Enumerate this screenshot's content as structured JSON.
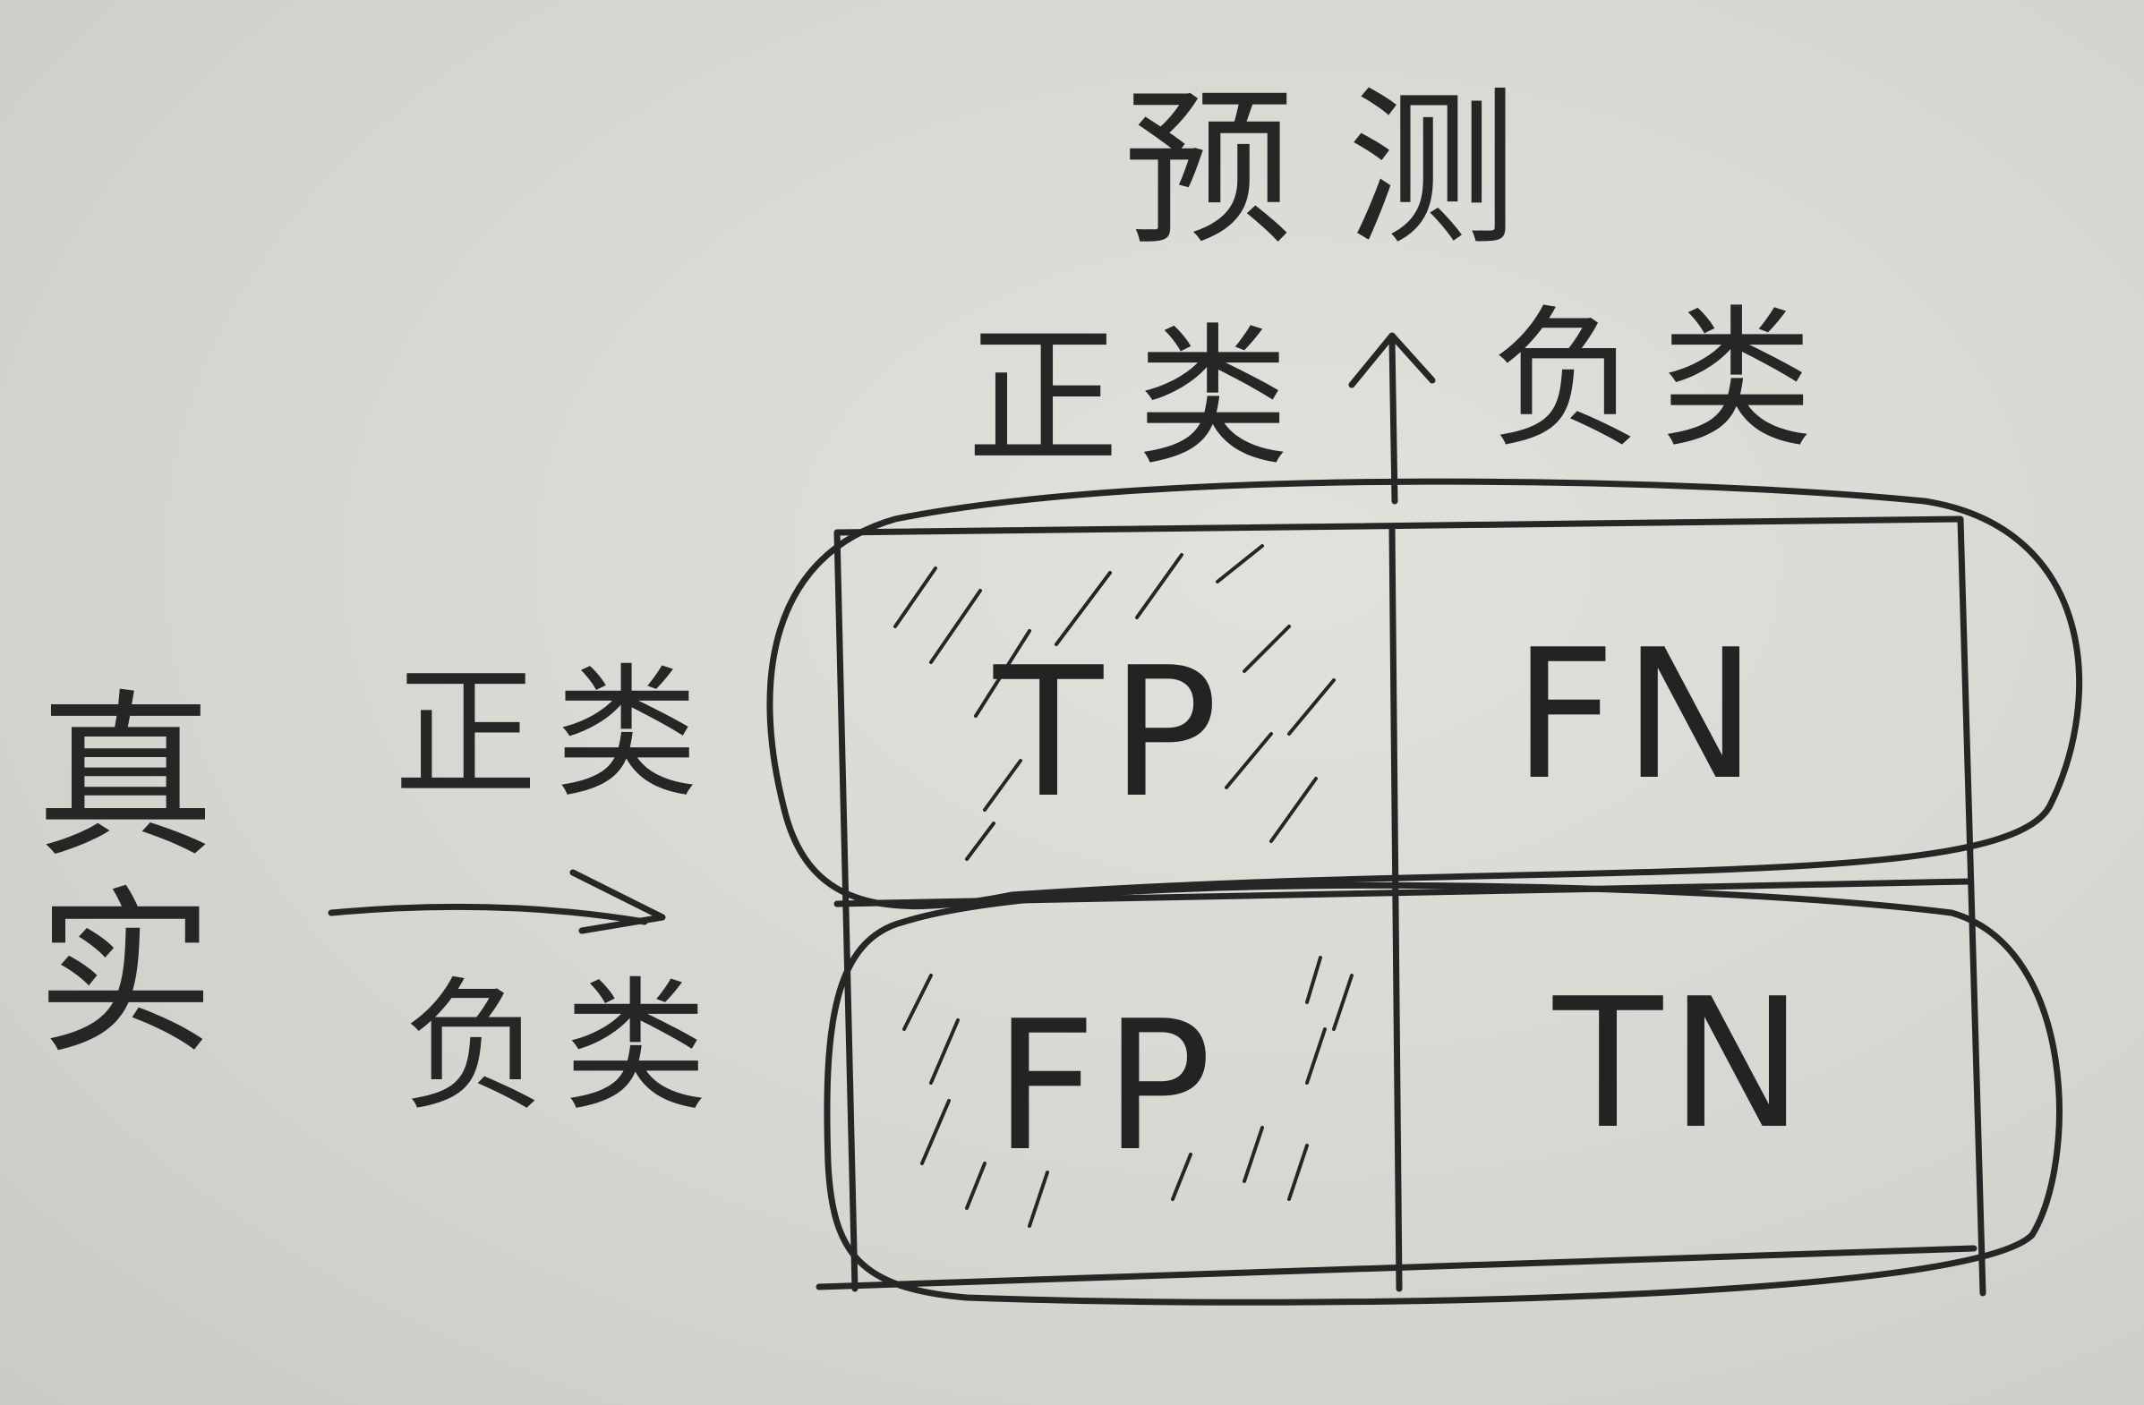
{
  "diagram": {
    "title": "预测",
    "predicted_positive": "正类",
    "predicted_negative": "负类",
    "actual_label": "真实",
    "actual_positive": "正类",
    "actual_negative": "负类",
    "cells": {
      "tp": "TP",
      "fn": "FN",
      "fp": "FP",
      "tn": "TN"
    },
    "ink_color": "#262626"
  }
}
